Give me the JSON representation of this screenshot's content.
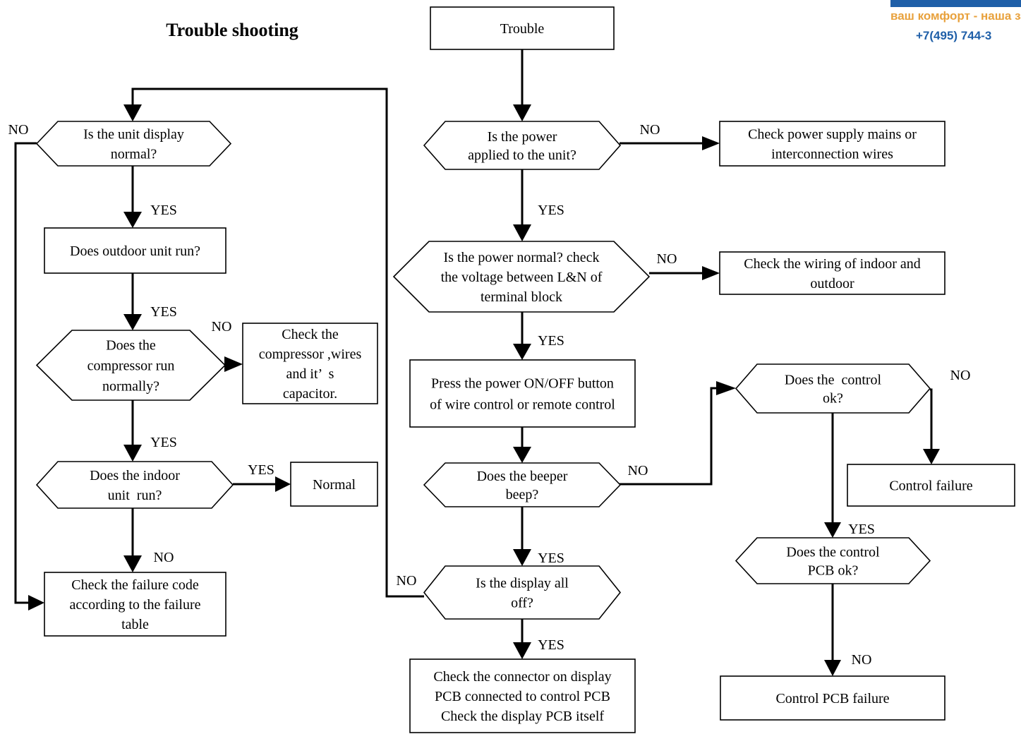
{
  "title": "Trouble shooting",
  "watermark": {
    "slogan": "ваш комфорт - наша заб",
    "phone": "+7(495) 744-3"
  },
  "nodes": {
    "trouble": [
      "Trouble"
    ],
    "power_applied": [
      "Is the power",
      "applied to the unit?"
    ],
    "check_mains": [
      "Check power supply mains or",
      "interconnection wires"
    ],
    "power_normal": [
      "Is the power normal? check",
      "the voltage between L&N of",
      "terminal block"
    ],
    "check_wiring": [
      "Check the wiring of indoor and",
      "outdoor"
    ],
    "press_button": [
      "Press the power ON/OFF button",
      "of wire control or remote control"
    ],
    "beeper": [
      "Does the beeper",
      "beep?"
    ],
    "control_ok": [
      "Does the  control",
      "ok?"
    ],
    "control_failure": [
      "Control failure"
    ],
    "pcb_ok": [
      "Does the control",
      "PCB ok?"
    ],
    "pcb_failure": [
      "Control PCB failure"
    ],
    "display_off": [
      "Is the display all",
      "off?"
    ],
    "check_connector": [
      "Check the connector on display",
      "PCB connected to control PCB",
      "Check the display PCB itself"
    ],
    "display_normal": [
      "Is the unit display",
      "normal?"
    ],
    "outdoor_run": [
      "Does outdoor unit run?"
    ],
    "compressor_run": [
      "Does the",
      "compressor run",
      "normally?"
    ],
    "check_compressor": [
      "Check the",
      "compressor ,wires",
      "and it’  s",
      "capacitor."
    ],
    "indoor_run": [
      "Does the indoor",
      "unit  run?"
    ],
    "normal": [
      "Normal"
    ],
    "failure_code": [
      "Check the failure code",
      "according to the failure",
      "table"
    ]
  },
  "edge_labels": {
    "power_applied_yes": "YES",
    "power_applied_no": "NO",
    "power_normal_yes": "YES",
    "power_normal_no": "NO",
    "beeper_yes": "YES",
    "beeper_no": "NO",
    "control_ok_yes": "YES",
    "control_ok_no": "NO",
    "pcb_ok_no": "NO",
    "display_off_yes": "YES",
    "display_off_no": "NO",
    "display_normal_yes": "YES",
    "display_normal_no": "NO",
    "outdoor_run_yes": "YES",
    "compressor_yes": "YES",
    "compressor_no": "NO",
    "indoor_run_yes": "YES",
    "indoor_run_no": "NO"
  }
}
